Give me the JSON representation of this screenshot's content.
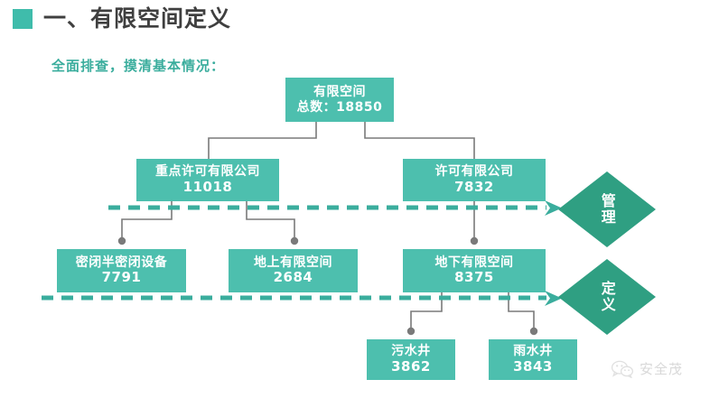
{
  "header": {
    "bullet_color": "#3fbcab",
    "title": "一、有限空间定义"
  },
  "subtitle": "全面排查，摸清基本情况：",
  "colors": {
    "box": "#4dbfae",
    "diamond": "#2f9f82",
    "dashed_line": "#3aad9d",
    "connector": "#7a7a7a",
    "title_text": "#3f3f3f",
    "subtitle_text": "#3aad9d",
    "watermark_text": "#b9b9b9"
  },
  "diagram": {
    "nodes": {
      "total": {
        "line1": "有限空间",
        "line2": "总数：18850"
      },
      "key_permit_company": {
        "line1": "重点许可有限公司",
        "line2": "11018"
      },
      "permit_company": {
        "line1": "许可有限公司",
        "line2": "7832"
      },
      "sealed_equipment": {
        "line1": "密闭半密闭设备",
        "line2": "7791"
      },
      "above_ground": {
        "line1": "地上有限空间",
        "line2": "2684"
      },
      "below_ground": {
        "line1": "地下有限空间",
        "line2": "8375"
      },
      "sewage_well": {
        "line1": "污水井",
        "line2": "3862"
      },
      "rain_well": {
        "line1": "雨水井",
        "line2": "3843"
      }
    },
    "diamonds": {
      "manage": "管理",
      "define": "定义"
    }
  },
  "watermark": {
    "icon": "wechat-icon",
    "text": "安全茂"
  },
  "chart_data": {
    "type": "table",
    "title": "有限空间定义 — 全面排查，摸清基本情况",
    "categories": [
      "有限空间总数",
      "重点许可有限公司",
      "许可有限公司",
      "密闭半密闭设备",
      "地上有限空间",
      "地下有限空间",
      "污水井",
      "雨水井"
    ],
    "values": [
      18850,
      11018,
      7832,
      7791,
      2684,
      8375,
      3862,
      3843
    ],
    "hierarchy": [
      {
        "label": "有限空间",
        "value": 18850,
        "children": [
          {
            "label": "重点许可有限公司",
            "value": 11018,
            "children": [
              {
                "label": "密闭半密闭设备",
                "value": 7791
              },
              {
                "label": "地上有限空间",
                "value": 2684
              }
            ]
          },
          {
            "label": "许可有限公司",
            "value": 7832,
            "children": [
              {
                "label": "地下有限空间",
                "value": 8375,
                "children": [
                  {
                    "label": "污水井",
                    "value": 3862
                  },
                  {
                    "label": "雨水井",
                    "value": 3843
                  }
                ]
              }
            ]
          }
        ]
      }
    ],
    "band_labels": [
      "管理",
      "定义"
    ]
  }
}
